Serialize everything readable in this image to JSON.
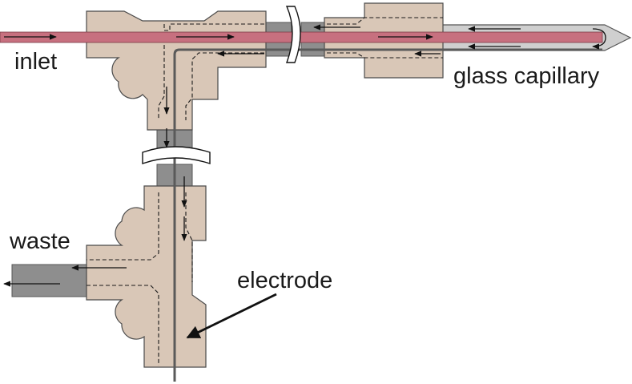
{
  "labels": {
    "inlet": "inlet",
    "glass_capillary": "glass capillary",
    "waste": "waste",
    "electrode": "electrode"
  },
  "colors": {
    "fitting": "#d9c7b7",
    "fitting_edge": "#4a4a4a",
    "tubing": "#8e8e8e",
    "capillary": "#c9c9c9",
    "inlet_line": "#c7707f",
    "electrode_wire": "#5a5a5a",
    "arrow": "#111111"
  }
}
